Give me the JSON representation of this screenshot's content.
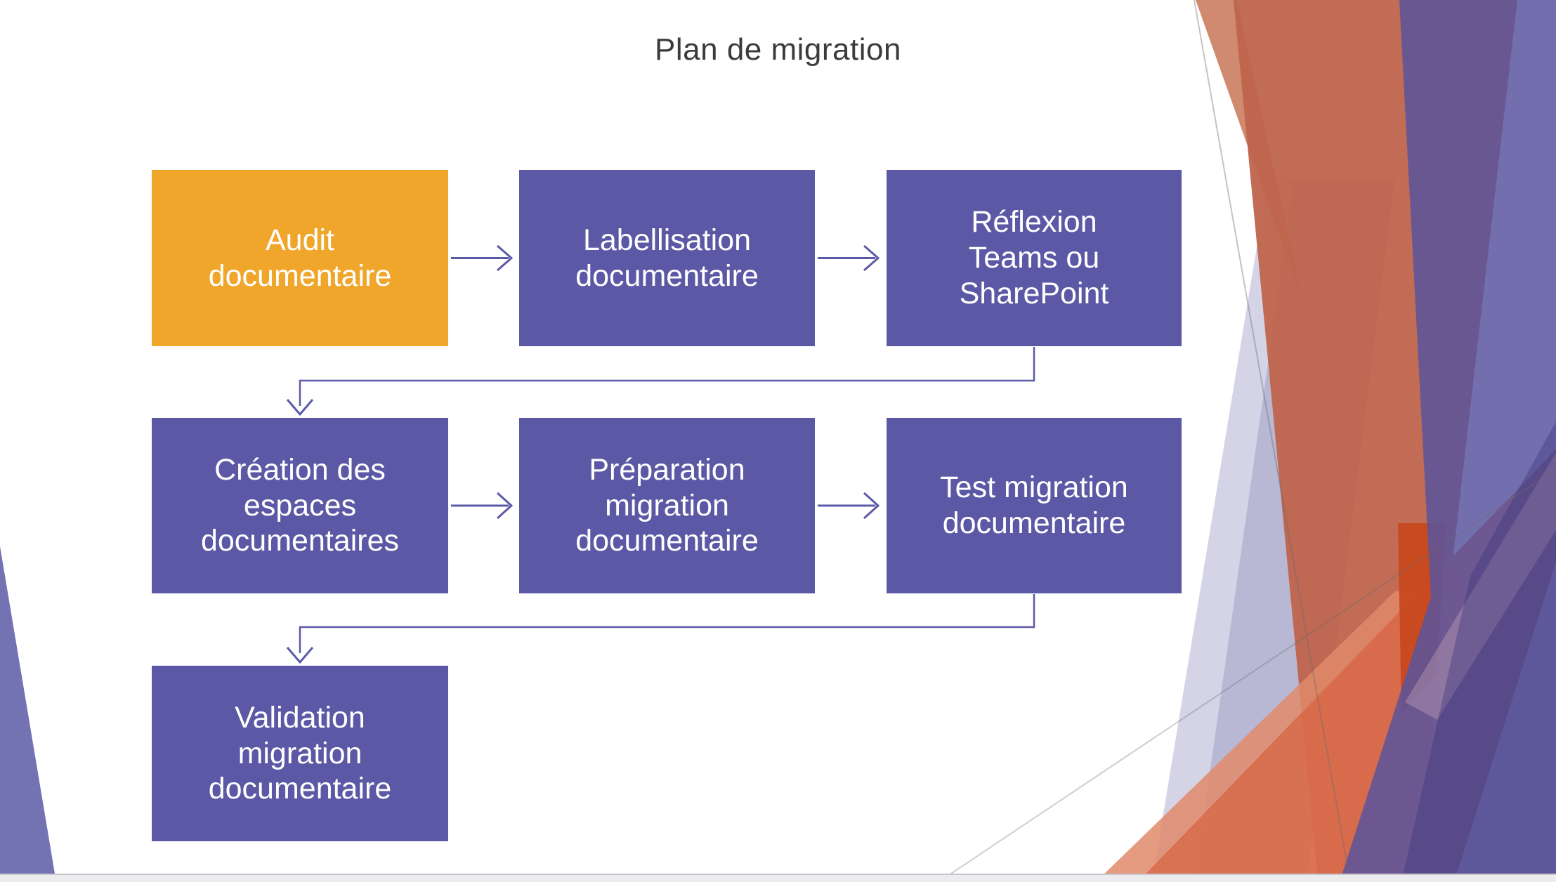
{
  "slide": {
    "title": "Plan de migration"
  },
  "flowchart": {
    "boxes": [
      {
        "id": "audit",
        "label": "Audit\ndocumentaire",
        "color": "#F0A62B"
      },
      {
        "id": "labellisation",
        "label": "Labellisation\ndocumentaire",
        "color": "#5B58A5"
      },
      {
        "id": "reflexion",
        "label": "Réflexion\nTeams ou\nSharePoint",
        "color": "#5B58A5"
      },
      {
        "id": "creation",
        "label": "Création des\nespaces\ndocumentaires",
        "color": "#5B58A5"
      },
      {
        "id": "preparation",
        "label": "Préparation\nmigration\ndocumentaire",
        "color": "#5B58A5"
      },
      {
        "id": "test",
        "label": "Test migration\ndocumentaire",
        "color": "#5B58A5"
      },
      {
        "id": "validation",
        "label": "Validation\nmigration\ndocumentaire",
        "color": "#5B58A5"
      }
    ],
    "connector_color": "#5C59A8"
  },
  "theme": {
    "background": "#FFFFFF",
    "accent_orange": "#F0A62B",
    "accent_purple": "#5B58A5",
    "title_color": "#3B3B3B",
    "deco_terracotta": "#C0654E",
    "deco_salmon": "#D96B4B",
    "deco_lavender": "#AAA9CB",
    "deco_left_wedge": "#7372B3",
    "deco_line_gray": "#A8A8A8"
  }
}
